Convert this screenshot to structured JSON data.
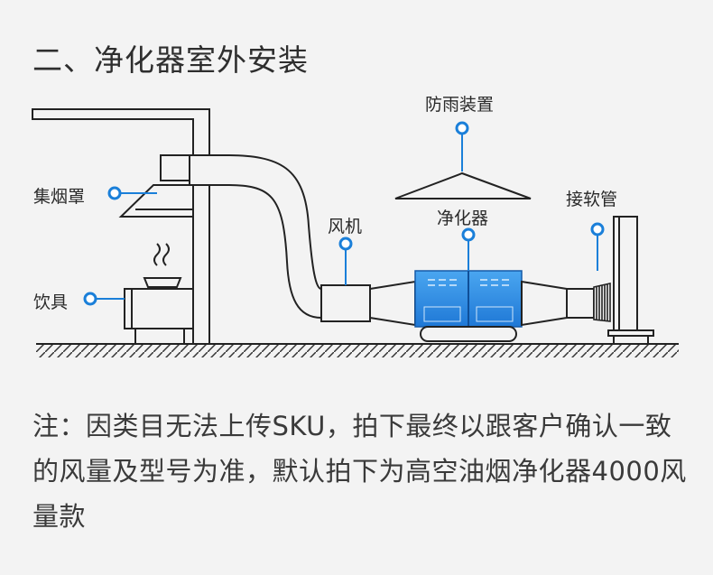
{
  "title": "二、净化器室外安装",
  "labels": {
    "hood": "集烟罩",
    "stove": "饮具",
    "fan": "风机",
    "rain_cover": "防雨装置",
    "purifier": "净化器",
    "soft_pipe": "接软管"
  },
  "note": "注：因类目无法上传SKU，拍下最终以跟客户确认一致的风量及型号为准，默认拍下为高空油烟净化器4000风量款",
  "colors": {
    "marker": "#1a7fd9",
    "purifier": "#2d8be6",
    "line": "#222222"
  }
}
